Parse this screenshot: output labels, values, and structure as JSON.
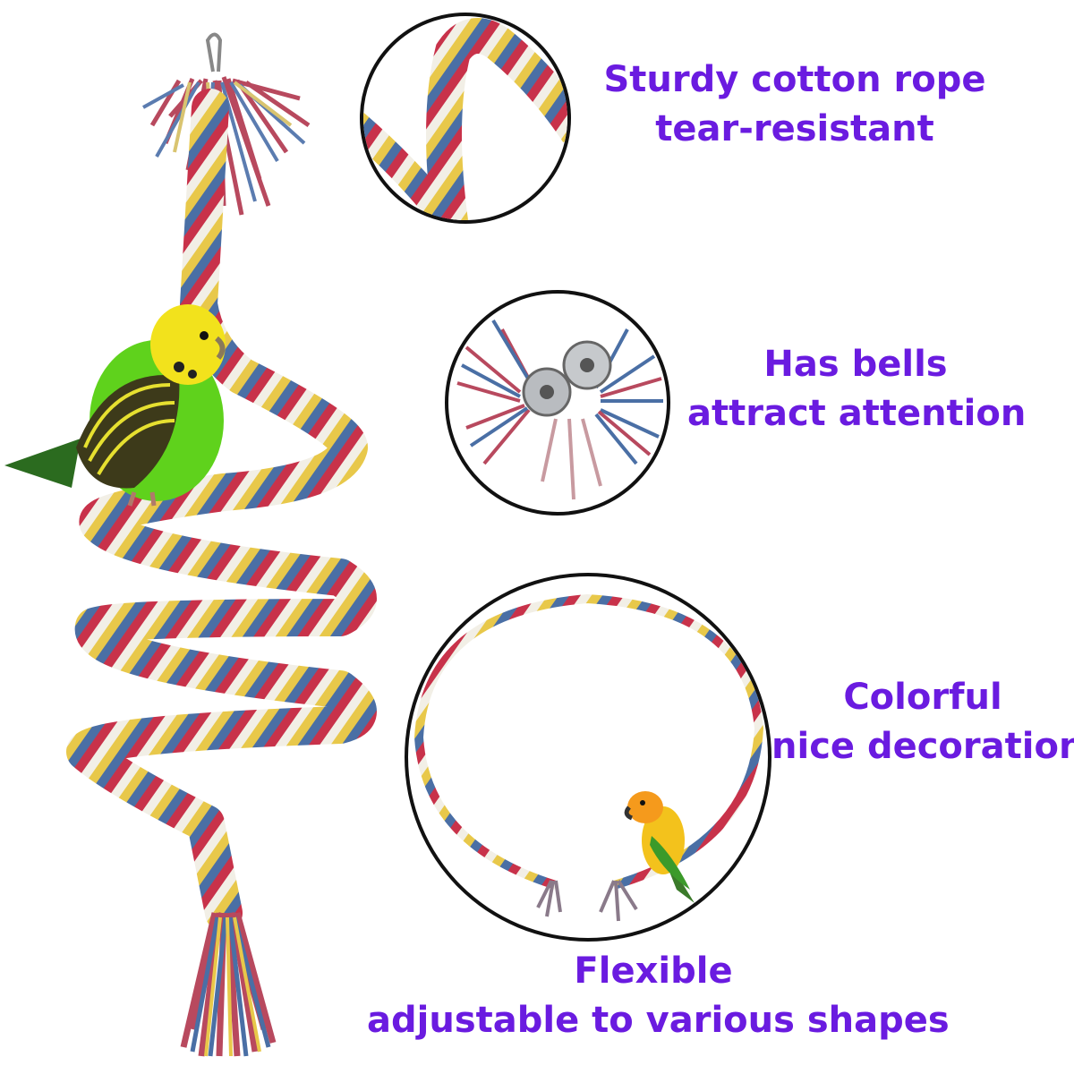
{
  "features": [
    {
      "line1": "Sturdy cotton rope",
      "line2": "tear-resistant"
    },
    {
      "line1": "Has bells",
      "line2": "attract attention"
    },
    {
      "line1": "Colorful",
      "line2": "nice decoration"
    },
    {
      "line1": "Flexible",
      "line2": "adjustable to various shapes"
    }
  ],
  "colors": {
    "text": "#6a1be0",
    "rope_red": "#c8324a",
    "rope_blue": "#4a6fa5",
    "rope_yellow": "#e8c84a",
    "rope_white": "#f2efe6",
    "bird_green": "#5fd21c",
    "bird_yellow": "#f2e21c"
  },
  "icons": [
    "rope-spiral-illustration",
    "budgie-illustration",
    "bell-icon",
    "parrot-illustration"
  ]
}
